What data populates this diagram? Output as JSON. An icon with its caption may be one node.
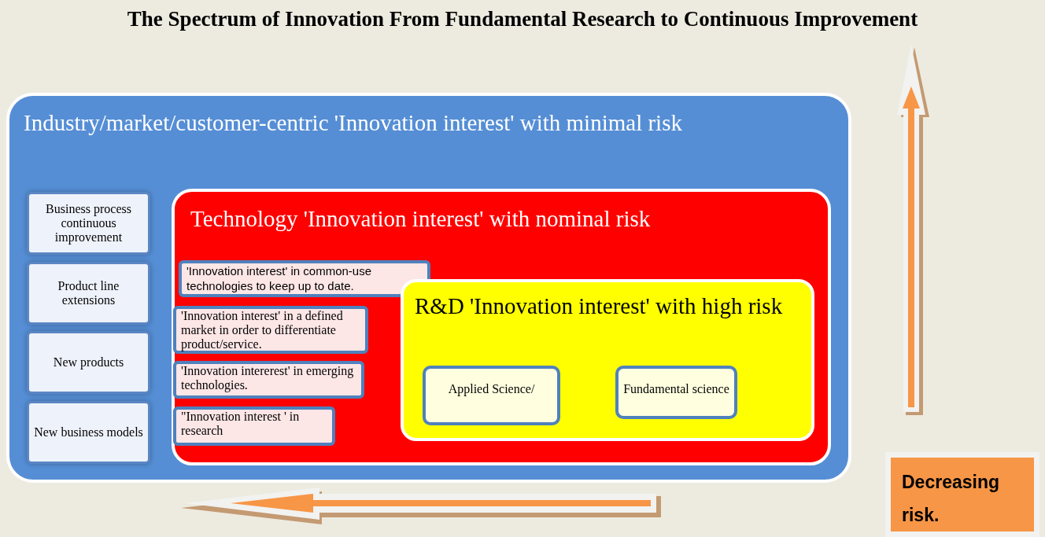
{
  "diagram": {
    "title": "The Spectrum of Innovation From Fundamental Research to Continuous Improvement",
    "nodes": [
      {
        "text": [
          "Industry/market/customer-centric 'Innovation interest' with minimal risk"
        ]
      },
      {
        "text": [
          "Business process continuous improvement"
        ],
        "in": 0
      },
      {
        "text": [
          "Product line extensions"
        ],
        "in": 0
      },
      {
        "text": [
          "New products"
        ],
        "in": 0
      },
      {
        "text": [
          "New business models"
        ],
        "in": 0
      },
      {
        "text": [
          "Technology 'Innovation interest' with nominal risk"
        ],
        "in": 0
      },
      {
        "text": [
          "'Innovation interest' in common-use technologies to keep up to date."
        ],
        "in": 5
      },
      {
        "text": [
          "'Innovation interest' in a defined market in order to differentiate  product/service."
        ],
        "in": 5
      },
      {
        "text": [
          "'Innovation intererest' in emerging technologies."
        ],
        "in": 5
      },
      {
        "text": [
          "\"Innovation interest ' in research"
        ],
        "in": 5
      },
      {
        "text": [
          "R&D 'Innovation interest' with high risk"
        ],
        "in": 5
      },
      {
        "text": [
          "Applied Science/"
        ],
        "in": 10
      },
      {
        "text": [
          "Fundamental science"
        ],
        "in": 10
      },
      {
        "text": [
          "Decreasing risk."
        ]
      }
    ],
    "edges": []
  }
}
